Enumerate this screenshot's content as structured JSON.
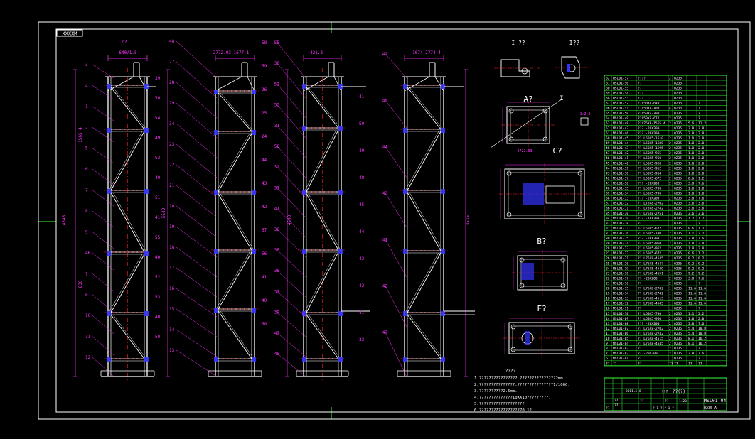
{
  "colors": {
    "background": "#000000",
    "frame": "#ffffff",
    "structure": "#ffffff",
    "dimension": "#ff33ff",
    "centerline": "#ff2222",
    "section_fill": "#3333ff",
    "crosshair": "#33ff33",
    "table_line": "#33ff33",
    "table_text": "#ffffff"
  },
  "tag_label": "XXXXM",
  "views": {
    "v1": {
      "top_dim": "640/1.8",
      "top_label": "D?",
      "height_dim": "4545",
      "mid_dim": "830",
      "bot_dim": "1565.4"
    },
    "v2": {
      "top_dim": "2772.03  1677.1",
      "height_dim": "5649"
    },
    "v3": {
      "top_dim": "421.8",
      "height_dim": "4690"
    },
    "v4": {
      "top_dim": "1674  2774.4",
      "height_dim": "4515"
    }
  },
  "balloons_left": [
    "3",
    "4",
    "1",
    "2",
    "5",
    "6",
    "7",
    "8",
    "9",
    "46",
    "7",
    "8",
    "10",
    "11",
    "12"
  ],
  "balloons_v2": [
    "48",
    "27",
    "28",
    "29",
    "34",
    "23",
    "22",
    "21",
    "20",
    "19",
    "18",
    "17",
    "16",
    "15",
    "14",
    "13"
  ],
  "balloons_v3": [
    "55",
    "30",
    "52",
    "53",
    "31",
    "58",
    "32",
    "33",
    "41",
    "36",
    "35",
    "38",
    "37",
    "39",
    "47",
    "46"
  ],
  "balloons_v4": [
    "42",
    "45",
    "44",
    "43",
    "41",
    "42",
    "47"
  ],
  "details": {
    "i1": "I ??",
    "i2": "I??",
    "a": "A?",
    "c": "C?",
    "b": "B?",
    "f": "F?",
    "i_mark": "I",
    "a_dim": "2722.03",
    "scale": "1:2.0"
  },
  "notes": {
    "title": "????",
    "lines": [
      "1.????????????????.???????????????2mm.",
      "2.???????????????.???????????????1/1000.",
      "3.??????????2.5mm.",
      "4.??????????????10XX10?????????.",
      "5.???????????????????",
      "6.?????????????????70.12"
    ]
  },
  "parts_list": {
    "rows": [
      [
        "62",
        "MSL01-57",
        "????",
        "2",
        "Q235",
        "",
        ""
      ],
      [
        "61",
        "MSL01-56",
        "??",
        "1",
        "Q235",
        "",
        ""
      ],
      [
        "60",
        "MSL01-55",
        "??",
        "1",
        "Q235",
        "",
        ""
      ],
      [
        "59",
        "MSL01-54",
        "???",
        "1",
        "Q235",
        "",
        ""
      ],
      [
        "58",
        "MSL01-53",
        "???",
        "1",
        "Q235",
        "",
        ""
      ],
      [
        "57",
        "MSL01-52",
        "??L50X5-640",
        "2",
        "Q235",
        "",
        "?"
      ],
      [
        "56",
        "MSL01-51",
        "??L50X5-700",
        "4",
        "Q235",
        "",
        "?"
      ],
      [
        "55",
        "MSL01-50",
        "??L50X5-700",
        "1",
        "Q235",
        "",
        "?"
      ],
      [
        "54",
        "MSL01-49",
        "??L50X5-672",
        "2",
        "Q235",
        "",
        "?"
      ],
      [
        "53",
        "MSL01-48",
        "??L75X8-1565.4",
        "2",
        "Q235",
        "5.6",
        "11.2"
      ],
      [
        "52",
        "MSL01-47",
        "??? -20X200",
        "1",
        "Q235",
        "3.8",
        "3.8"
      ],
      [
        "51",
        "MSL01-46",
        "??? -20X200",
        "1",
        "Q235",
        "3.8",
        "3.8"
      ],
      [
        "50",
        "MSL01-45",
        "?? L50X5-1610",
        "2",
        "Q235",
        "1.0",
        "2.0"
      ],
      [
        "49",
        "MSL01-44",
        "?? L50X5-1588",
        "2",
        "Q235",
        "1.0",
        "2.0"
      ],
      [
        "48",
        "MSL01-43",
        "?? L50X5-1595",
        "2",
        "Q235",
        "1.0",
        "2.0"
      ],
      [
        "47",
        "MSL01-42",
        "?? L50X5-955",
        "2",
        "Q235",
        "1.0",
        "2.0"
      ],
      [
        "46",
        "MSL01-41",
        "?? L50X5-960",
        "2",
        "Q235",
        "1.0",
        "2.0"
      ],
      [
        "45",
        "MSL01-40",
        "?? L50X5-960",
        "2",
        "Q235",
        "1.0",
        "2.0"
      ],
      [
        "44",
        "MSL01-39",
        "?? L50X5-962",
        "2",
        "Q235",
        "1.0",
        "2.0"
      ],
      [
        "43",
        "MSL01-38",
        "?? L50X5-964",
        "2",
        "Q235",
        "1.0",
        "2.0"
      ],
      [
        "42",
        "MSL01-37",
        "?? L50X5-672",
        "2",
        "Q235",
        "0.6",
        "1.2"
      ],
      [
        "41",
        "MSL01-36",
        "??? -20X200",
        "2",
        "Q235",
        "3.8",
        "7.6"
      ],
      [
        "40",
        "MSL01-35",
        "?? L50X5-700",
        "1",
        "Q235",
        "1.0",
        "1.0"
      ],
      [
        "39",
        "MSL01-34",
        "?? L50X5-700",
        "1",
        "Q235",
        "1.0",
        "1.0"
      ],
      [
        "38",
        "MSL01-33",
        "??? -20X200",
        "2",
        "Q235",
        "3.8",
        "7.6"
      ],
      [
        "37",
        "MSL01-32",
        "?? L75X8-2702",
        "1",
        "Q235",
        "3.6",
        "3.6"
      ],
      [
        "36",
        "MSL01-31",
        "?? L75X8-2742",
        "1",
        "Q235",
        "3.6",
        "3.6"
      ],
      [
        "35",
        "MSL01-30",
        "?? L75X8-2751",
        "1",
        "Q235",
        "3.6",
        "3.6"
      ],
      [
        "34",
        "MSL01-29",
        "??? -10X200",
        "1",
        "Q235",
        "1.2",
        "1.2"
      ],
      [
        "33",
        "MSL01-28",
        "??",
        "1",
        "Q235",
        "",
        "?"
      ],
      [
        "32",
        "MSL01-27",
        "?? L50X5-672",
        "2",
        "Q235",
        "0.6",
        "1.2"
      ],
      [
        "31",
        "MSL01-26",
        "?? L50X5-700",
        "2",
        "Q235",
        "1.1",
        "2.2"
      ],
      [
        "30",
        "MSL01-25",
        "??? -20X200",
        "2",
        "Q235",
        "3.8",
        "7.6"
      ],
      [
        "29",
        "MSL01-24",
        "?? L50X5-960",
        "2",
        "Q235",
        "1.0",
        "2.0"
      ],
      [
        "28",
        "MSL01-23",
        "?? L50X5-962",
        "2",
        "Q235",
        "1.0",
        "2.0"
      ],
      [
        "27",
        "MSL01-22",
        "?? L50X5-672",
        "2",
        "Q235",
        "0.6",
        "1.2"
      ],
      [
        "26",
        "MSL01-21",
        "?? L75X8-4545",
        "1",
        "Q235",
        "9.2",
        "9.2"
      ],
      [
        "25",
        "MSL01-20",
        "?? L75X8-4547",
        "1",
        "Q235",
        "9.2",
        "9.2"
      ],
      [
        "24",
        "MSL01-19",
        "?? L75X8-4549",
        "1",
        "Q235",
        "9.2",
        "9.2"
      ],
      [
        "23",
        "MSL01-18",
        "?? L75X8-4551",
        "1",
        "Q235",
        "9.2",
        "9.2"
      ],
      [
        "22",
        "MSL01-17",
        "?? -20X200",
        "2",
        "Q235",
        "3.8",
        "7.6"
      ],
      [
        "21",
        "MSL01-16",
        "??",
        "2",
        "Q235",
        "",
        "?"
      ],
      [
        "20",
        "MSL01-15",
        "?? L75X8-2702",
        "1",
        "Q235",
        "11.6",
        "11.6"
      ],
      [
        "19",
        "MSL01-14",
        "?? L75X8-2742",
        "1",
        "Q235",
        "11.6",
        "11.6"
      ],
      [
        "18",
        "MSL01-13",
        "?? L75X8-4515",
        "1",
        "Q235",
        "11.6",
        "11.6"
      ],
      [
        "17",
        "MSL01-12",
        "?? L75X8-4545",
        "1",
        "Q235",
        "11.6",
        "11.6"
      ],
      [
        "16",
        "MSL01-11",
        "??",
        "1",
        "Q235",
        "",
        "?"
      ],
      [
        "15",
        "MSL01-10",
        "?? L50X5-700",
        "2",
        "Q235",
        "1.1",
        "2.2"
      ],
      [
        "14",
        "MSL01-09",
        "?? L50X5-960",
        "2",
        "Q235",
        "1.0",
        "2.0"
      ],
      [
        "13",
        "MSL01-08",
        "??? -20X200",
        "2",
        "Q235",
        "3.8",
        "7.6"
      ],
      [
        "12",
        "MSL01-07",
        "?? L75X8-2702",
        "2",
        "Q235",
        "5.4",
        "10.8"
      ],
      [
        "11",
        "MSL01-06",
        "?? L75X8-2742",
        "2",
        "Q235",
        "5.4",
        "10.8"
      ],
      [
        "10",
        "MSL01-05",
        "?? L75X8-4515",
        "2",
        "Q235",
        "8.1",
        "16.2"
      ],
      [
        "9",
        "MSL01-04",
        "?? L75X8-4545",
        "2",
        "Q235",
        "8.1",
        "16.2"
      ],
      [
        "8",
        "MSL01-03",
        "??",
        "2",
        "Q235",
        "",
        "?"
      ],
      [
        "7",
        "MSL01-02",
        "?? -20X200",
        "2",
        "Q235",
        "3.8",
        "7.6"
      ],
      [
        "6",
        "MSL01-01",
        "??",
        "1",
        "Q235",
        "",
        "?"
      ]
    ],
    "header": [
      "??",
      "??",
      "??",
      "??",
      "??",
      "??",
      "??"
    ],
    "title_block": {
      "drawing_no": "MSL01.04",
      "name": "??(?)",
      "company": "???",
      "scale": "1:20",
      "material": "Q235-A",
      "sheet": "? 1 ?  ? 1 ?",
      "design": "??",
      "check": "??",
      "approve": "??",
      "date": "2011.5.6",
      "weight": "??",
      "ratio": "??"
    }
  }
}
